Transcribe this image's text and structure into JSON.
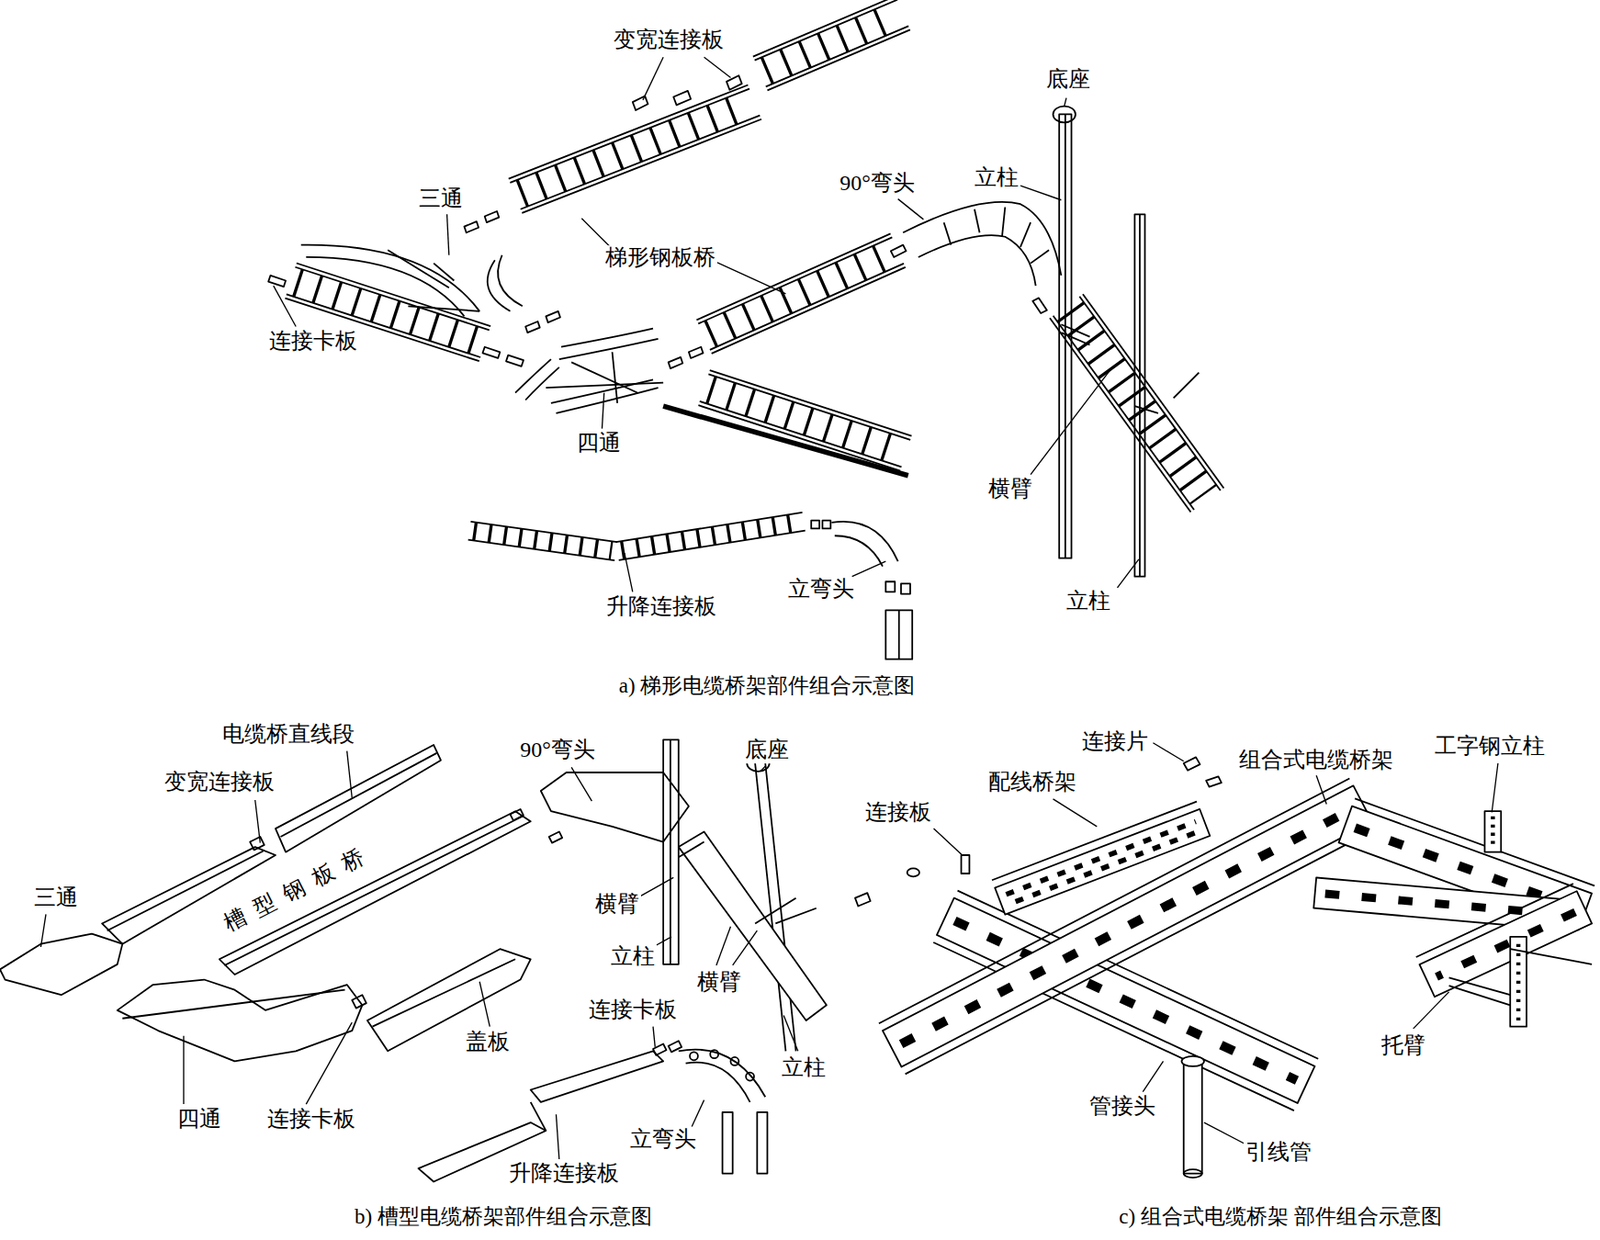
{
  "diagram": {
    "labels": [
      "变宽连接板",
      "底座",
      "三通",
      "90°弯头",
      "立柱",
      "梯形钢板桥",
      "连接卡板",
      "四通",
      "横臂",
      "升降连接板",
      "立弯头",
      "立柱",
      "a) 梯形电缆桥架部件组合示意图",
      "电缆桥直线段",
      "变宽连接板",
      "90°弯头",
      "底座",
      "三通",
      "槽型钢板桥",
      "盖板",
      "四通",
      "连接卡板",
      "横臂",
      "立柱",
      "横臂",
      "立柱",
      "连接卡板",
      "立弯头",
      "升降连接板",
      "b) 槽型电缆桥架部件组合示意图",
      "连接片",
      "组合式电缆桥架",
      "工字钢立柱",
      "配线桥架",
      "连接板",
      "托臂",
      "管接头",
      "引线管",
      "c) 组合式电缆桥架 部件组合示意图"
    ]
  }
}
